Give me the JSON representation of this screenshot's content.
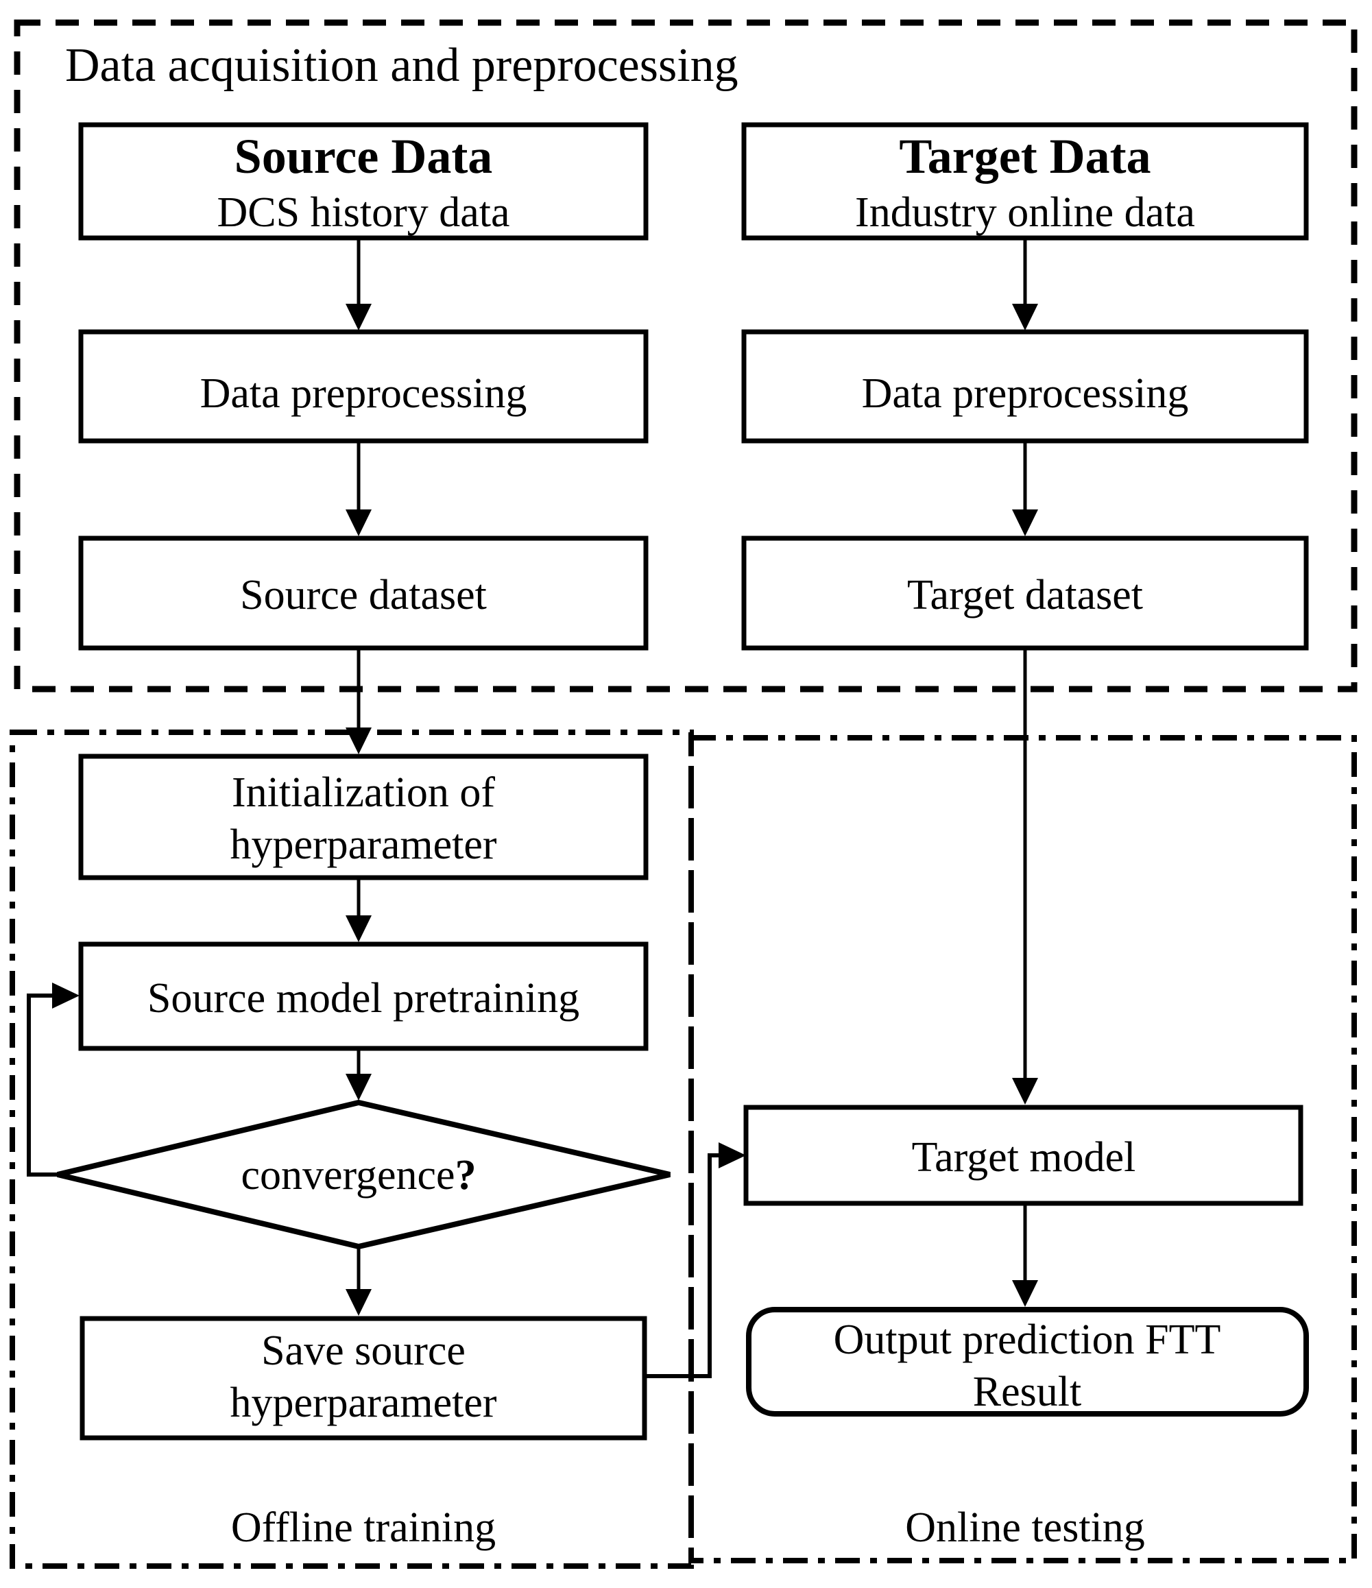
{
  "diagram": {
    "background": "#ffffff",
    "ink": "#000000"
  },
  "acquisition_section": {
    "title": "Data acquisition and preprocessing"
  },
  "offline_section": {
    "label": "Offline training"
  },
  "online_section": {
    "label": "Online testing"
  },
  "nodes": {
    "source_data": {
      "title": "Source Data",
      "subtitle": "DCS history data"
    },
    "target_data": {
      "title": "Target Data",
      "subtitle": "Industry online data"
    },
    "source_preprocessing": {
      "label": "Data preprocessing"
    },
    "target_preprocessing": {
      "label": "Data preprocessing"
    },
    "source_dataset": {
      "label": "Source dataset"
    },
    "target_dataset": {
      "label": "Target dataset"
    },
    "init_hyperparameter": {
      "line1": "Initialization of",
      "line2": "hyperparameter"
    },
    "source_model_pretraining": {
      "label": "Source model pretraining"
    },
    "convergence_decision": {
      "label": "convergence",
      "mark": "?"
    },
    "save_hyperparameter": {
      "line1": "Save source",
      "line2": "hyperparameter"
    },
    "target_model": {
      "label": "Target model"
    },
    "output_result": {
      "line1": "Output prediction FTT",
      "line2": "Result"
    }
  }
}
